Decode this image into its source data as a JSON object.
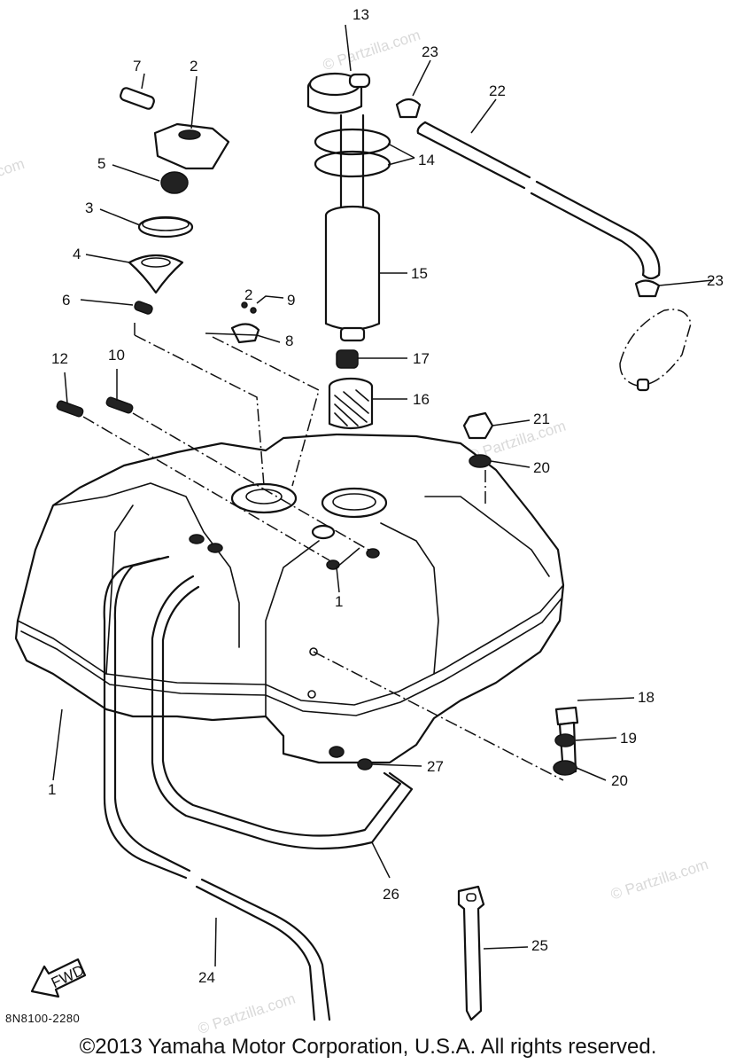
{
  "watermark": "© Partzilla.com",
  "fwd_label": "FWD",
  "diagram_code": "8N8100-2280",
  "copyright": "©2013  Yamaha Motor Corporation, U.S.A. All rights reserved.",
  "callouts": {
    "p1": "1",
    "p1b": "1",
    "p2": "2",
    "p2b": "2",
    "p3": "3",
    "p4": "4",
    "p5": "5",
    "p6": "6",
    "p7": "7",
    "p8": "8",
    "p9": "9",
    "p10": "10",
    "p12": "12",
    "p13": "13",
    "p14": "14",
    "p15": "15",
    "p16": "16",
    "p17": "17",
    "p18": "18",
    "p19": "19",
    "p20a": "20",
    "p20b": "20",
    "p21": "21",
    "p22": "22",
    "p23a": "23",
    "p23b": "23",
    "p24": "24",
    "p25": "25",
    "p26": "26",
    "p27": "27"
  }
}
